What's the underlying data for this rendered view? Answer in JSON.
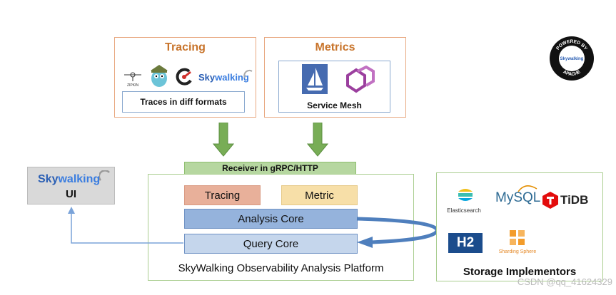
{
  "tracing": {
    "title": "Tracing",
    "caption": "Traces in diff formats",
    "logos": [
      "zipkin-logo",
      "jaeger-logo",
      "opencensus-logo",
      "skywalking-logo"
    ],
    "zipkin_text": "ZIPKIN",
    "skywalking_text_a": "Sky",
    "skywalking_text_b": "walking"
  },
  "metrics": {
    "title": "Metrics",
    "caption": "Service Mesh",
    "logos": [
      "istio-logo",
      "envoy-logo"
    ]
  },
  "receiver": {
    "label": "Receiver in gRPC/HTTP"
  },
  "ui": {
    "logo_a": "Sky",
    "logo_b": "walking",
    "label": "UI"
  },
  "platform": {
    "tracing": "Tracing",
    "metric": "Metric",
    "analysis": "Analysis Core",
    "query": "Query Core",
    "caption": "SkyWalking Observability Analysis Platform"
  },
  "storage": {
    "caption": "Storage Implementors",
    "elasticsearch": "Elasticsearch",
    "mysql": "MySQL",
    "tidb": "TiDB",
    "h2": "H2",
    "sharding": "Sharding Sphere"
  },
  "badge": {
    "top": "POWERED BY",
    "middle": "Skywalking",
    "bottom": "APACHE"
  },
  "watermark": "CSDN @qq_41624329",
  "colors": {
    "orange_border": "#e8a77f",
    "green_border": "#a9cd8f",
    "blue_bar": "#95b3dc",
    "arrow_green": "#6aa84f",
    "tracing_fill": "#e8b09a",
    "metric_fill": "#f7dfa8",
    "receiver_fill": "#b6d7a0"
  }
}
